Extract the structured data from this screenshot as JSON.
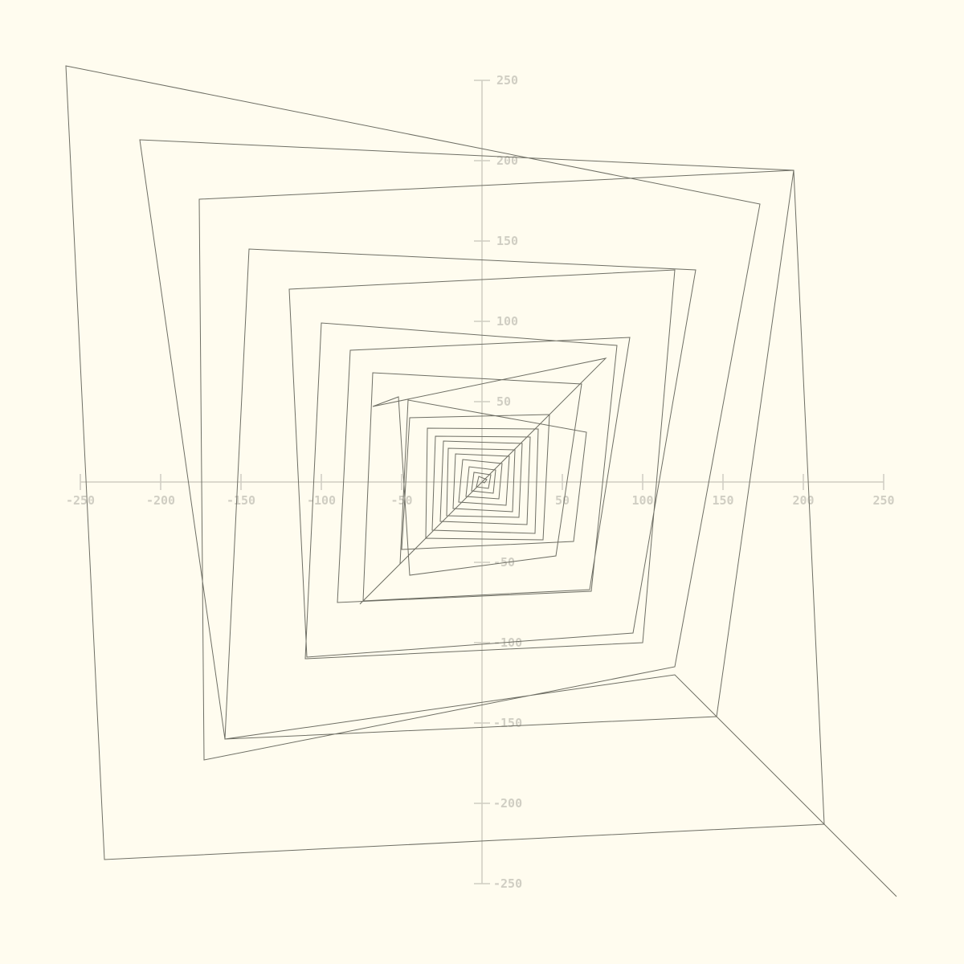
{
  "chart_data": {
    "type": "line",
    "title": "",
    "xlabel": "",
    "ylabel": "",
    "xlim": [
      -250,
      250
    ],
    "ylim": [
      -250,
      250
    ],
    "grid": false,
    "legend": "none",
    "x_ticks": [
      "-250",
      "-200",
      "-150",
      "-100",
      "-50",
      "50",
      "100",
      "150",
      "200",
      "250"
    ],
    "y_ticks": [
      "250",
      "200",
      "150",
      "100",
      "50",
      "-50",
      "-100",
      "-150",
      "-200",
      "-250"
    ],
    "series": [
      {
        "color": "#6e6e64",
        "points": [
          [
            0,
            0
          ],
          [
            1.5,
            -0.5
          ],
          [
            3,
            1.5
          ],
          [
            -2,
            3.5
          ],
          [
            -3.5,
            -3
          ],
          [
            4,
            -4
          ],
          [
            5.5,
            4.5
          ],
          [
            -5,
            6
          ],
          [
            -6.5,
            -5.5
          ],
          [
            7,
            -7
          ],
          [
            8.5,
            7.5
          ],
          [
            -8,
            9.5
          ],
          [
            -10,
            -9
          ],
          [
            10.5,
            -10.5
          ],
          [
            12.5,
            11.5
          ],
          [
            -12,
            14
          ],
          [
            -14.5,
            -12.5
          ],
          [
            15,
            -14.5
          ],
          [
            17,
            16
          ],
          [
            -16.5,
            17.5
          ],
          [
            -18,
            -16.5
          ],
          [
            19,
            -18.5
          ],
          [
            20.5,
            20
          ],
          [
            -21,
            21
          ],
          [
            -22,
            -21
          ],
          [
            23,
            -22
          ],
          [
            25,
            24
          ],
          [
            -24,
            25.5
          ],
          [
            -26,
            -24.5
          ],
          [
            28,
            -26.5
          ],
          [
            30,
            28
          ],
          [
            -29,
            28.5
          ],
          [
            -31,
            -30
          ],
          [
            33,
            -32
          ],
          [
            35,
            33
          ],
          [
            -34,
            33.5
          ],
          [
            -35,
            -35
          ],
          [
            38,
            -36
          ],
          [
            42,
            42
          ],
          [
            -45,
            40
          ],
          [
            -50,
            -42
          ],
          [
            57,
            -37
          ],
          [
            65,
            31
          ],
          [
            -46,
            51
          ],
          [
            -51,
            -51
          ],
          [
            -76,
            -76
          ],
          [
            77,
            77
          ],
          [
            -68,
            47
          ],
          [
            -52,
            53
          ],
          [
            -45,
            -58
          ],
          [
            46,
            -46
          ],
          [
            62,
            61
          ],
          [
            -68,
            68
          ],
          [
            -74,
            -74
          ],
          [
            67,
            -67
          ],
          [
            92,
            90
          ],
          [
            -82,
            82
          ],
          [
            -90,
            -75
          ],
          [
            68,
            -68
          ],
          [
            84,
            85
          ],
          [
            -100,
            99
          ],
          [
            -110,
            -110
          ],
          [
            100,
            -100
          ],
          [
            120,
            132
          ],
          [
            -120,
            120
          ],
          [
            -109,
            -109
          ],
          [
            94,
            -94
          ],
          [
            133,
            132
          ],
          [
            -145,
            145
          ],
          [
            -160,
            -160
          ],
          [
            146,
            -146
          ],
          [
            194,
            194
          ],
          [
            -176,
            176
          ],
          [
            -173,
            -173
          ],
          [
            120,
            -115
          ],
          [
            173,
            173
          ],
          [
            -259,
            259
          ],
          [
            -235,
            -235
          ],
          [
            213,
            -213
          ],
          [
            194,
            194
          ],
          [
            -213,
            213
          ],
          [
            -160,
            -160
          ],
          [
            120,
            -120
          ],
          [
            258,
            -258
          ]
        ]
      }
    ]
  }
}
